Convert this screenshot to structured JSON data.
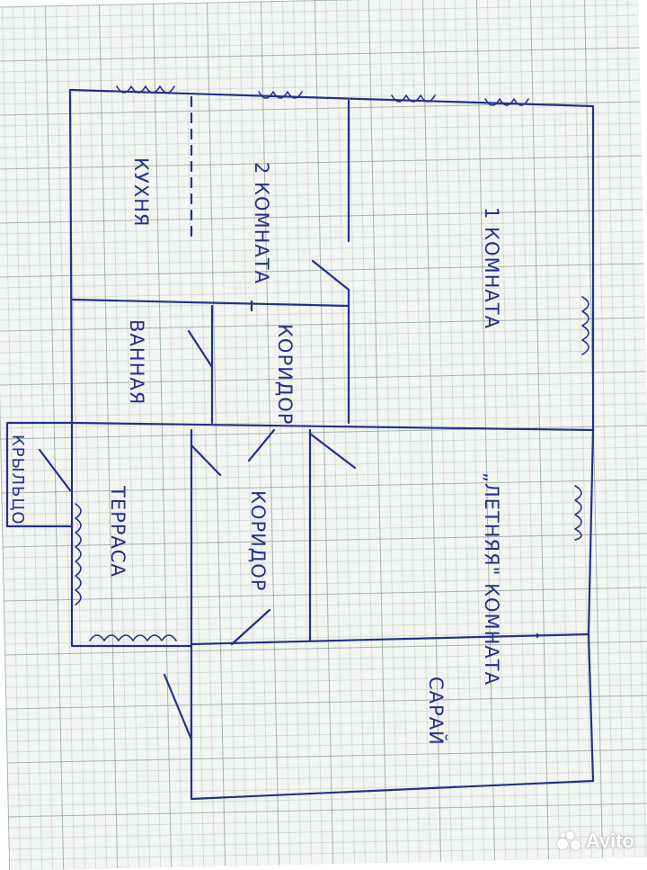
{
  "rooms": {
    "room1": "1 КОМНАТА",
    "room2": "2 КОМНАТА",
    "kitchen": "КУХНЯ",
    "bathroom": "ВАННАЯ",
    "corridor_upper": "КОРИДОР",
    "corridor_lower": "КОРИДОР",
    "summer_room": "„ЛЕТНЯЯ\" КОМНАТА",
    "terrace": "ТЕРРАСА",
    "porch": "КРЫЛЬЦО",
    "shed": "САРАЙ"
  },
  "watermark": "Avito",
  "colors": {
    "ink": "#23318a",
    "paper": "#f3f5f2",
    "grid": "#7f9a8f"
  }
}
